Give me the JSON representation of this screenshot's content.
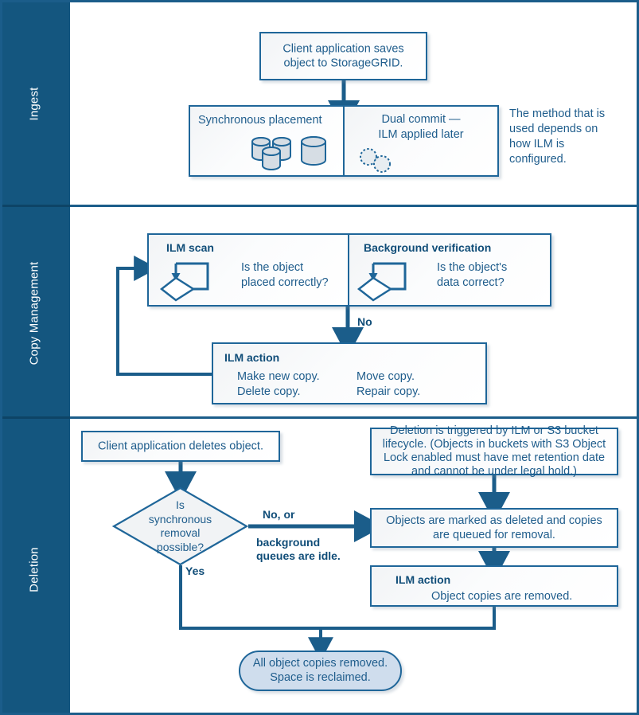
{
  "diagram": {
    "title": "StorageGRID object lifecycle",
    "accent": "#1b5d8a",
    "band_bg": "#14567f",
    "band_text": "#ffffff",
    "box_border": "#1f6699",
    "text_color": "#1f5d8c",
    "terminal_fill": "#cfdded"
  },
  "bands": [
    {
      "label": "Ingest"
    },
    {
      "label": "Copy Management"
    },
    {
      "label": "Deletion"
    }
  ],
  "ingest": {
    "client_box": "Client application saves\nobject to StorageGRID.",
    "client_box_l1": "Client application saves",
    "client_box_l2": "object to StorageGRID.",
    "sync_title": "Synchronous placement",
    "sync_icon": "storage-cylinders-icon",
    "dual_title_l1": "Dual commit —",
    "dual_title_l2": "ILM applied later",
    "dual_icon": "dashed-objects-icon",
    "note_l1": "The method that is",
    "note_l2": "used depends on",
    "note_l3": "how ILM is",
    "note_l4": "configured."
  },
  "copy_management": {
    "ilm_scan_title": "ILM scan",
    "ilm_scan_q_l1": "Is the object",
    "ilm_scan_q_l2": "placed correctly?",
    "bg_verify_title": "Background verification",
    "bg_verify_q_l1": "Is the object's",
    "bg_verify_q_l2": "data correct?",
    "no_label": "No",
    "ilm_action_title": "ILM action",
    "ilm_action_col1_l1": "Make new copy.",
    "ilm_action_col1_l2": "Delete copy.",
    "ilm_action_col2_l1": "Move copy.",
    "ilm_action_col2_l2": "Repair copy.",
    "loop_icon": "ilm-loop-icon"
  },
  "deletion": {
    "client_delete": "Client application deletes object.",
    "decision_l1": "Is",
    "decision_l2": "synchronous",
    "decision_l3": "removal",
    "decision_l4": "possible?",
    "branch_no_l1": "No, or",
    "branch_no_l2": "background",
    "branch_no_l3": "queues are idle.",
    "branch_yes": "Yes",
    "trigger_l1": "Deletion is triggered by ILM or  S3 bucket",
    "trigger_l2": "lifecycle. (Objects in buckets with S3 Object",
    "trigger_l3": "Lock enabled must have met retention date",
    "trigger_l4": "and cannot be under legal hold.)",
    "marked_l1": "Objects are marked as deleted and copies",
    "marked_l2": "are queued for removal.",
    "ilm_action_title": "ILM action",
    "ilm_action_body": "Object copies are removed.",
    "terminal_l1": "All object copies removed.",
    "terminal_l2": "Space is reclaimed."
  }
}
